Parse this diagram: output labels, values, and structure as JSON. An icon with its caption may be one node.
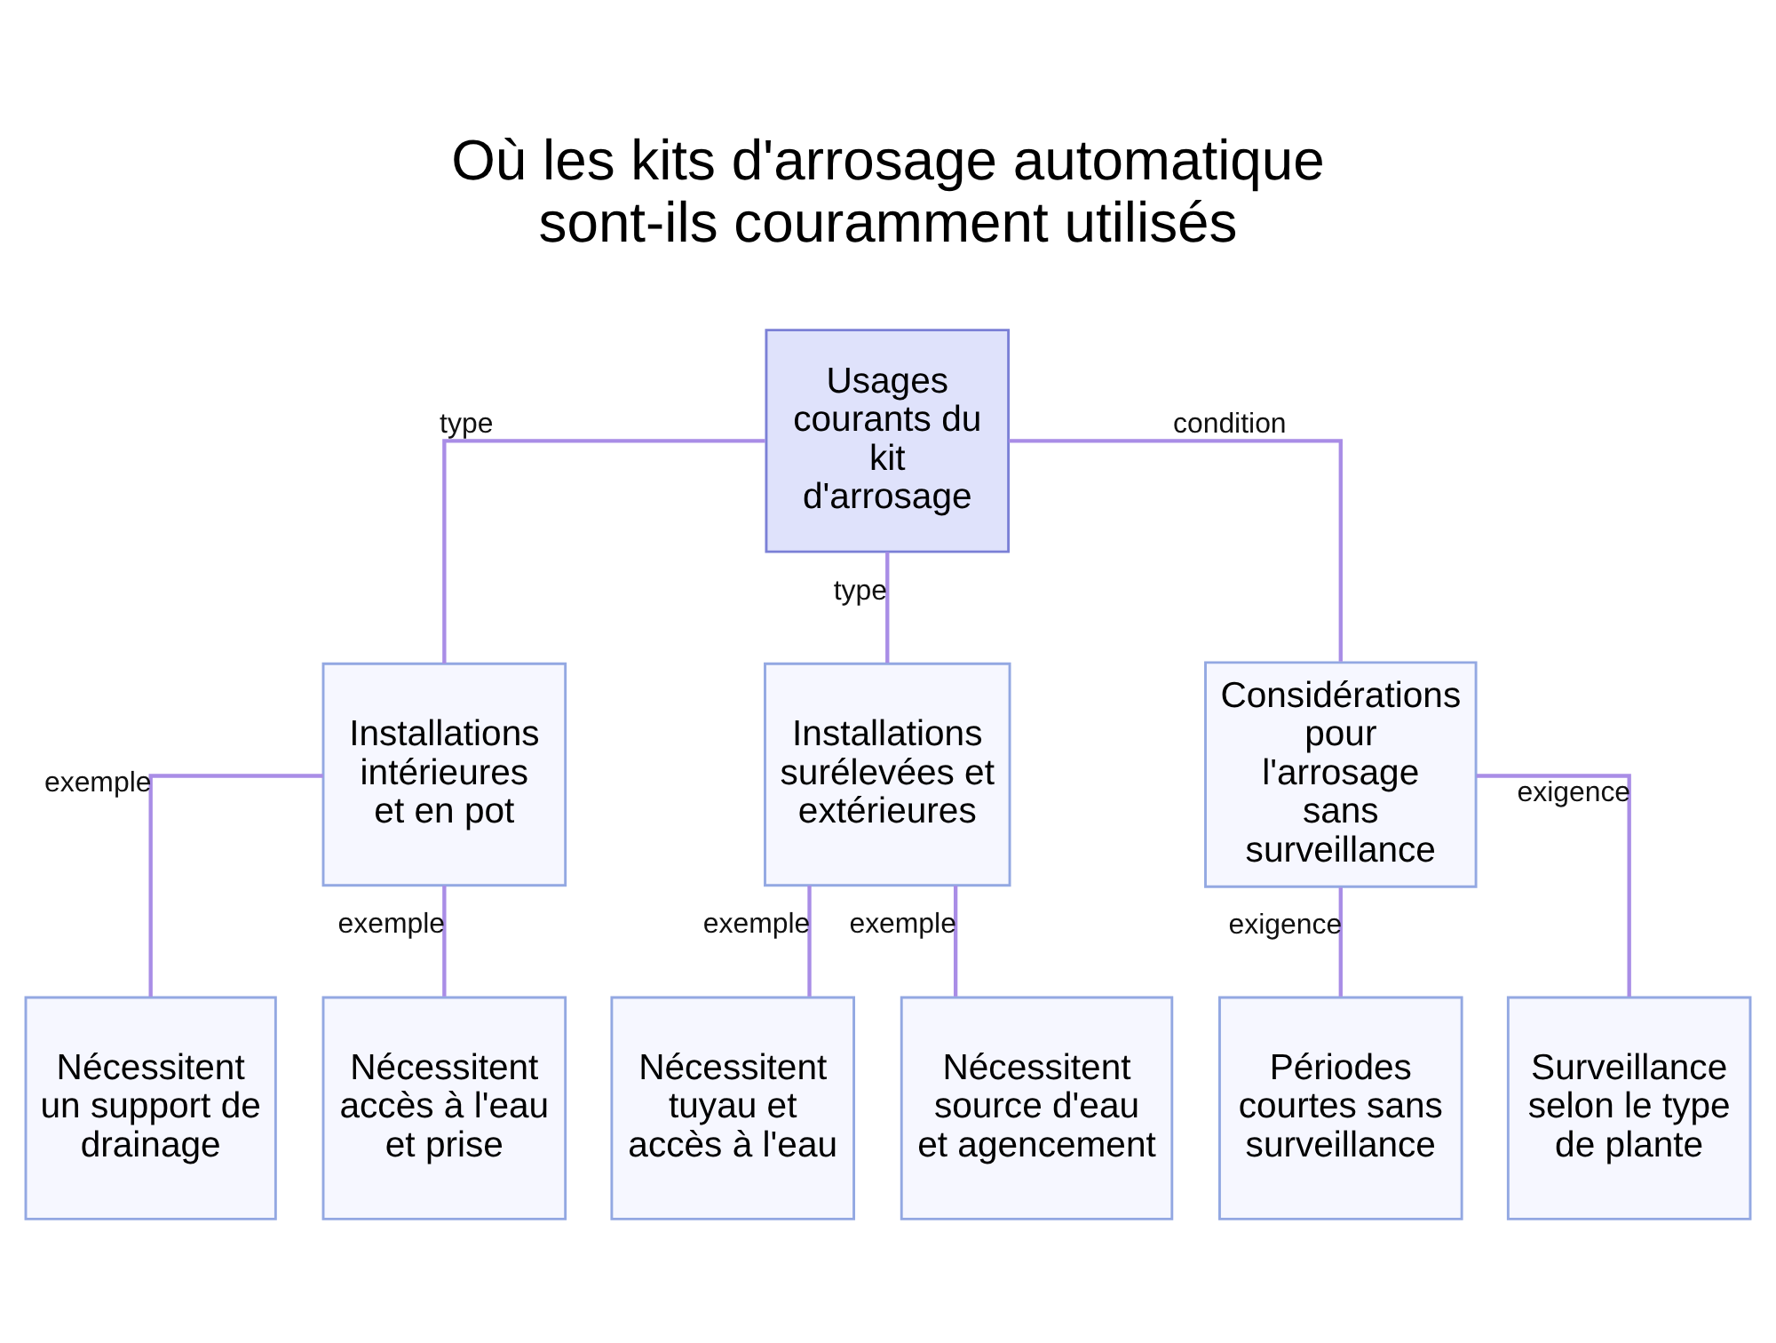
{
  "diagram": {
    "title": "Où les kits d'arrosage automatique sont-ils couramment utilisés",
    "nodes": [
      {
        "text": [
          "Usages courants du kit d'arrosage"
        ]
      },
      {
        "text": [
          "Installations intérieures et en pot"
        ]
      },
      {
        "text": [
          "Installations surélevées et extérieures"
        ]
      },
      {
        "text": [
          "Considérations pour l'arrosage sans surveillance"
        ]
      },
      {
        "text": [
          "Nécessitent un support de drainage"
        ]
      },
      {
        "text": [
          "Nécessitent accès à l'eau et prise"
        ]
      },
      {
        "text": [
          "Nécessitent tuyau et accès à l'eau"
        ]
      },
      {
        "text": [
          "Nécessitent source d'eau et agencement"
        ]
      },
      {
        "text": [
          "Périodes courtes sans surveillance"
        ]
      },
      {
        "text": [
          "Surveillance selon le type de plante"
        ]
      }
    ],
    "edges": [
      {
        "from": 0,
        "to": 1,
        "arrow": "none",
        "label": "type"
      },
      {
        "from": 0,
        "to": 2,
        "arrow": "none",
        "label": "type"
      },
      {
        "from": 0,
        "to": 3,
        "arrow": "none",
        "label": "condition"
      },
      {
        "from": 1,
        "to": 4,
        "arrow": "none",
        "label": "exemple"
      },
      {
        "from": 1,
        "to": 5,
        "arrow": "none",
        "label": "exemple"
      },
      {
        "from": 2,
        "to": 6,
        "arrow": "none",
        "label": "exemple"
      },
      {
        "from": 2,
        "to": 7,
        "arrow": "none",
        "label": "exemple"
      },
      {
        "from": 3,
        "to": 8,
        "arrow": "none",
        "label": "exigence"
      },
      {
        "from": 3,
        "to": 9,
        "arrow": "none",
        "label": "exigence"
      }
    ]
  }
}
